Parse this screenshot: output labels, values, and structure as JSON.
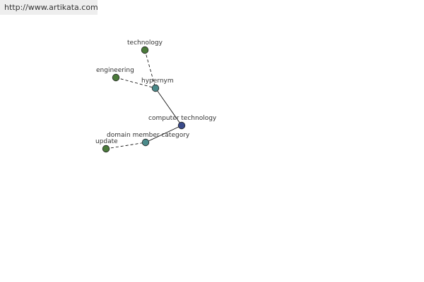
{
  "watermark": {
    "url": "http://www.artikata.com"
  },
  "colors": {
    "background": "#ffffff",
    "url_bar": "#eeeeee",
    "hypernym_relation_node": "#4a8a8a",
    "related_term_node": "#4a7a3a",
    "focus_node": "#3a4a8a",
    "edge": "#000000",
    "label": "#333333"
  },
  "graph": {
    "nodes": [
      {
        "id": "technology",
        "label": "technology",
        "kind": "term"
      },
      {
        "id": "engineering",
        "label": "engineering",
        "kind": "term"
      },
      {
        "id": "hypernym",
        "label": "hypernym",
        "kind": "relation"
      },
      {
        "id": "computer-technology",
        "label": "computer technology",
        "kind": "focus"
      },
      {
        "id": "domain-member-category",
        "label": "domain member category",
        "kind": "relation"
      },
      {
        "id": "update",
        "label": "update",
        "kind": "term"
      }
    ],
    "edges": [
      {
        "from": "technology",
        "to": "hypernym",
        "style": "dashed"
      },
      {
        "from": "engineering",
        "to": "hypernym",
        "style": "dashed"
      },
      {
        "from": "hypernym",
        "to": "computer-technology",
        "style": "solid"
      },
      {
        "from": "computer-technology",
        "to": "domain-member-category",
        "style": "solid"
      },
      {
        "from": "update",
        "to": "domain-member-category",
        "style": "dashed"
      }
    ]
  }
}
